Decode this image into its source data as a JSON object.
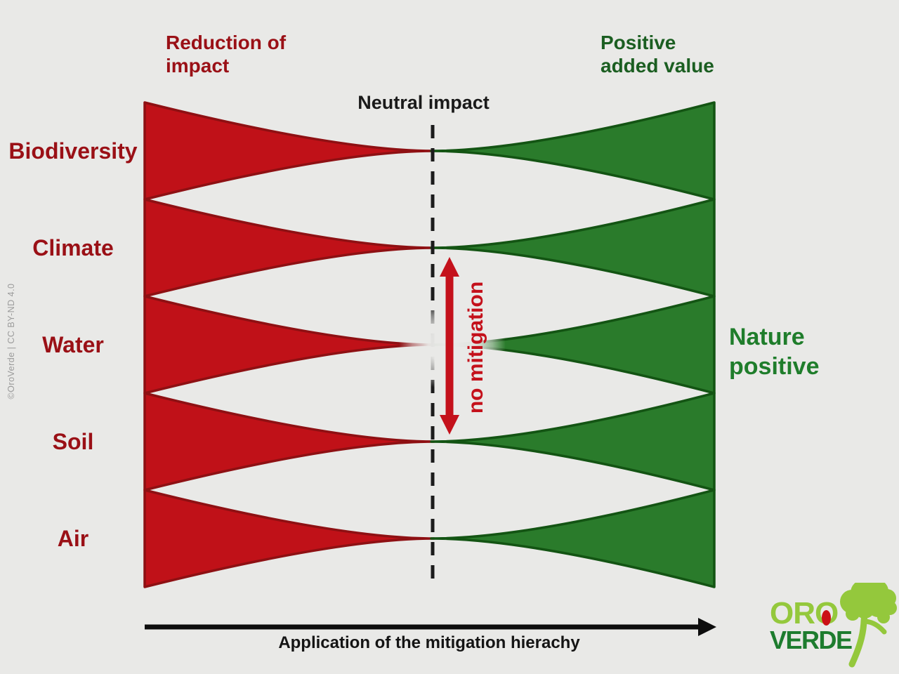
{
  "colors": {
    "background": "#e9e9e7",
    "impact_fill": "#c01118",
    "impact_stroke": "#8e1013",
    "impact_text": "#9a1016",
    "value_fill": "#2a7b2b",
    "value_stroke": "#135413",
    "value_title_text": "#1b5e21",
    "nature_positive_text": "#1f7d2b",
    "neutral_line": "#1c1c1c",
    "axis_black": "#0d0d0d",
    "copyright_gray": "#9b9b9b",
    "logo_lime": "#94c83c",
    "logo_green": "#1d7c2e",
    "logo_red": "#cb1016"
  },
  "header": {
    "reduction_title": "Reduction of\nimpact",
    "positive_title": "Positive\nadded value",
    "neutral_label": "Neutral impact"
  },
  "rows": [
    {
      "label": "Biodiversity"
    },
    {
      "label": "Climate"
    },
    {
      "label": "Water"
    },
    {
      "label": "Soil"
    },
    {
      "label": "Air"
    }
  ],
  "annotations": {
    "no_mitigation_label": "no mitigation",
    "nature_positive_label": "Nature\npositive",
    "axis_label": "Application of the mitigation hierachy",
    "copyright_label": "©OroVerde | CC BY-ND 4.0"
  },
  "logo": {
    "word1": "ORO",
    "word2": "VERDE"
  }
}
